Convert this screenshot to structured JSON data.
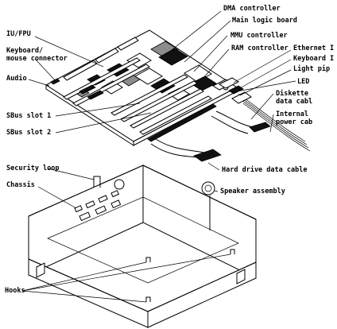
{
  "labels": {
    "dma_controller": "DMA controller",
    "main_logic_board": "Main logic board",
    "mmu_controller": "MMU controller",
    "ram_controller": "RAM controller",
    "ethernet": "Ethernet I",
    "keyboard": "Keyboard I",
    "light_pipe": "Light pip",
    "led": "LED",
    "diskette_data_cable_1": "Diskette",
    "diskette_data_cable_2": "data cabl",
    "internal_power_cable_1": "Internal",
    "internal_power_cable_2": "power cab",
    "iu_fpu": "IU/FPU",
    "keyboard_mouse_1": "Keyboard/",
    "keyboard_mouse_2": "mouse connector",
    "audio": "Audio",
    "sbus_slot_1": "SBus slot 1",
    "sbus_slot_2": "SBus slot 2",
    "hard_drive_data_cable": "Hard drive data cable",
    "security_loop": "Security loop",
    "chassis": "Chassis",
    "speaker_assembly": "Speaker assembly",
    "hooks": "Hooks"
  }
}
